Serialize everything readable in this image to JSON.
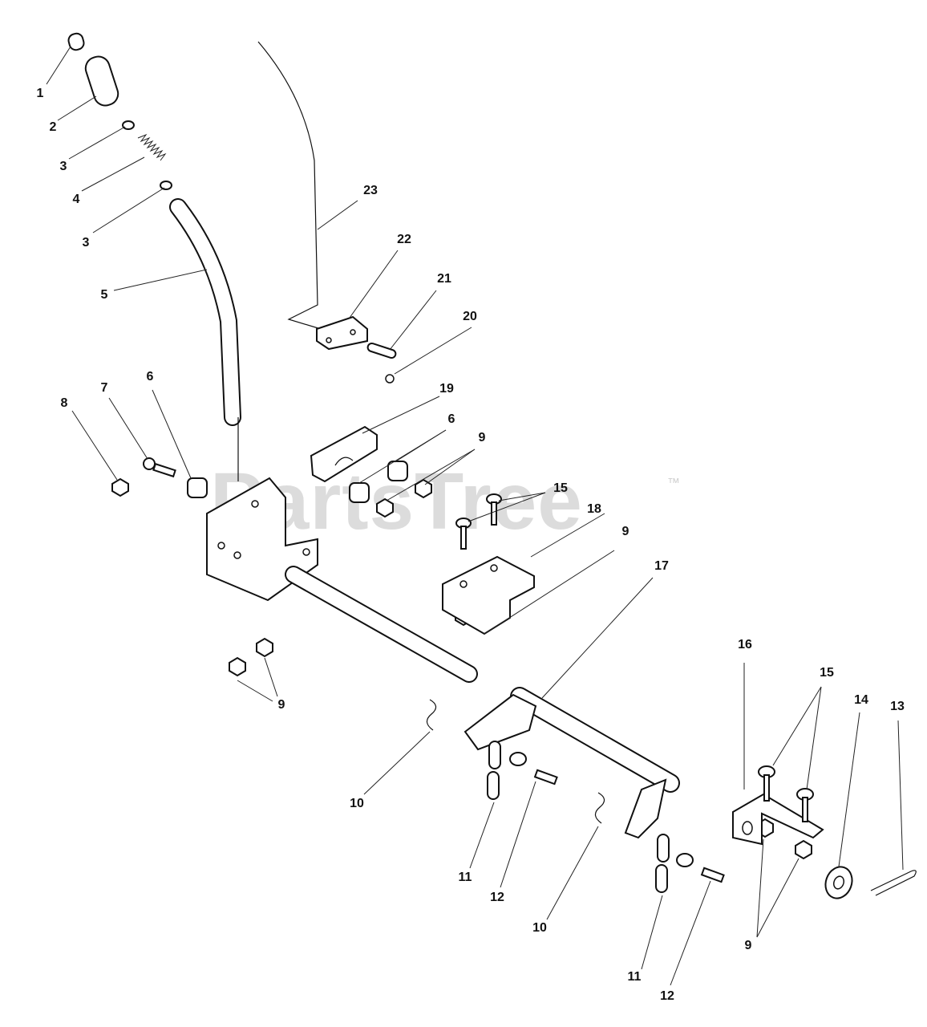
{
  "watermark": {
    "text": "PartsTree",
    "trademark": "™"
  },
  "callouts": [
    {
      "id": "c1",
      "text": "1"
    },
    {
      "id": "c2",
      "text": "2"
    },
    {
      "id": "c3a",
      "text": "3"
    },
    {
      "id": "c4",
      "text": "4"
    },
    {
      "id": "c3b",
      "text": "3"
    },
    {
      "id": "c5",
      "text": "5"
    },
    {
      "id": "c23",
      "text": "23"
    },
    {
      "id": "c22",
      "text": "22"
    },
    {
      "id": "c21",
      "text": "21"
    },
    {
      "id": "c20",
      "text": "20"
    },
    {
      "id": "c19",
      "text": "19"
    },
    {
      "id": "c7",
      "text": "7"
    },
    {
      "id": "c6a",
      "text": "6"
    },
    {
      "id": "c8",
      "text": "8"
    },
    {
      "id": "c6b",
      "text": "6"
    },
    {
      "id": "c9a",
      "text": "9"
    },
    {
      "id": "c15a",
      "text": "15"
    },
    {
      "id": "c18",
      "text": "18"
    },
    {
      "id": "c9b",
      "text": "9"
    },
    {
      "id": "c17",
      "text": "17"
    },
    {
      "id": "c9c",
      "text": "9"
    },
    {
      "id": "c16",
      "text": "16"
    },
    {
      "id": "c15b",
      "text": "15"
    },
    {
      "id": "c14",
      "text": "14"
    },
    {
      "id": "c13",
      "text": "13"
    },
    {
      "id": "c10a",
      "text": "10"
    },
    {
      "id": "c11a",
      "text": "11"
    },
    {
      "id": "c12a",
      "text": "12"
    },
    {
      "id": "c10b",
      "text": "10"
    },
    {
      "id": "c11b",
      "text": "11"
    },
    {
      "id": "c12b",
      "text": "12"
    },
    {
      "id": "c9d",
      "text": "9"
    }
  ]
}
